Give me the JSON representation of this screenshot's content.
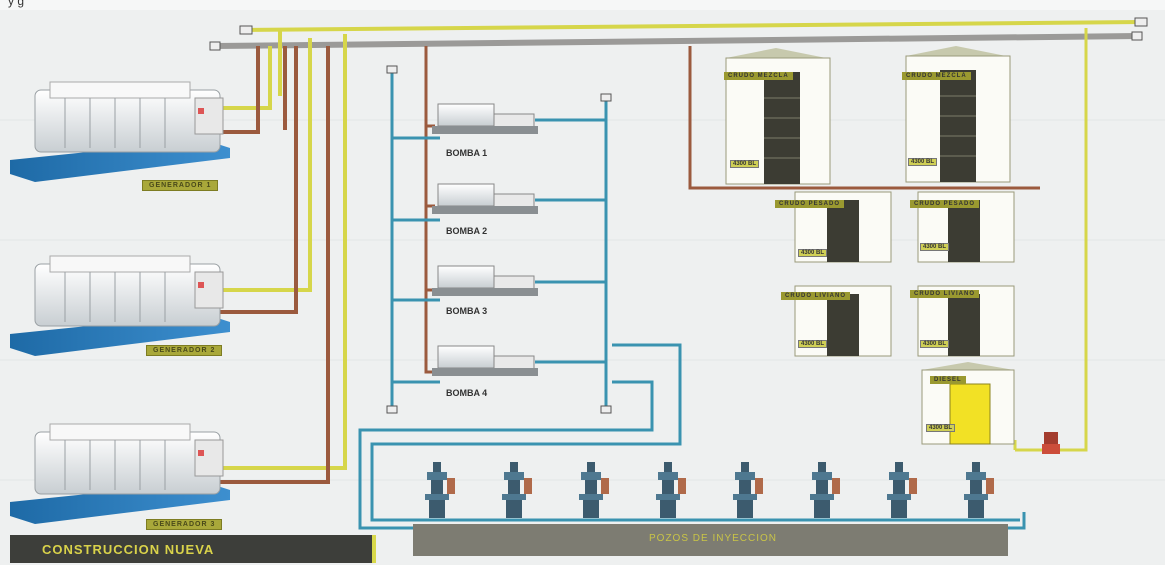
{
  "header_fragment": "y g",
  "generators": [
    {
      "label": "GENERADOR 1"
    },
    {
      "label": "GENERADOR 2"
    },
    {
      "label": "GENERADOR 3"
    }
  ],
  "pumps": [
    {
      "label": "BOMBA 1"
    },
    {
      "label": "BOMBA 2"
    },
    {
      "label": "BOMBA 3"
    },
    {
      "label": "BOMBA 4"
    }
  ],
  "tanks": [
    {
      "label": "CRUDO MEZCLA",
      "value": "4300 BL"
    },
    {
      "label": "CRUDO MEZCLA",
      "value": "4300 BL"
    },
    {
      "label": "CRUDO PESADO",
      "value": "4300 BL"
    },
    {
      "label": "CRUDO PESADO",
      "value": "4300 BL"
    },
    {
      "label": "CRUDO LIVIANO",
      "value": "4300 BL"
    },
    {
      "label": "CRUDO LIVIANO",
      "value": "4300 BL"
    },
    {
      "label": "DIESEL",
      "value": "4300 BL"
    }
  ],
  "wells": {
    "label": "POZOS DE INYECCION",
    "count": 8
  },
  "footer": {
    "label": "CONSTRUCCION NUEVA"
  },
  "colors": {
    "power_line": "#d6d64a",
    "brown_line": "#9b5a3e",
    "water_line": "#3a93b0",
    "header_pipe": "#9b9a98",
    "base_blue": "#2b79b6",
    "diesel_tank": "#f2e125"
  }
}
